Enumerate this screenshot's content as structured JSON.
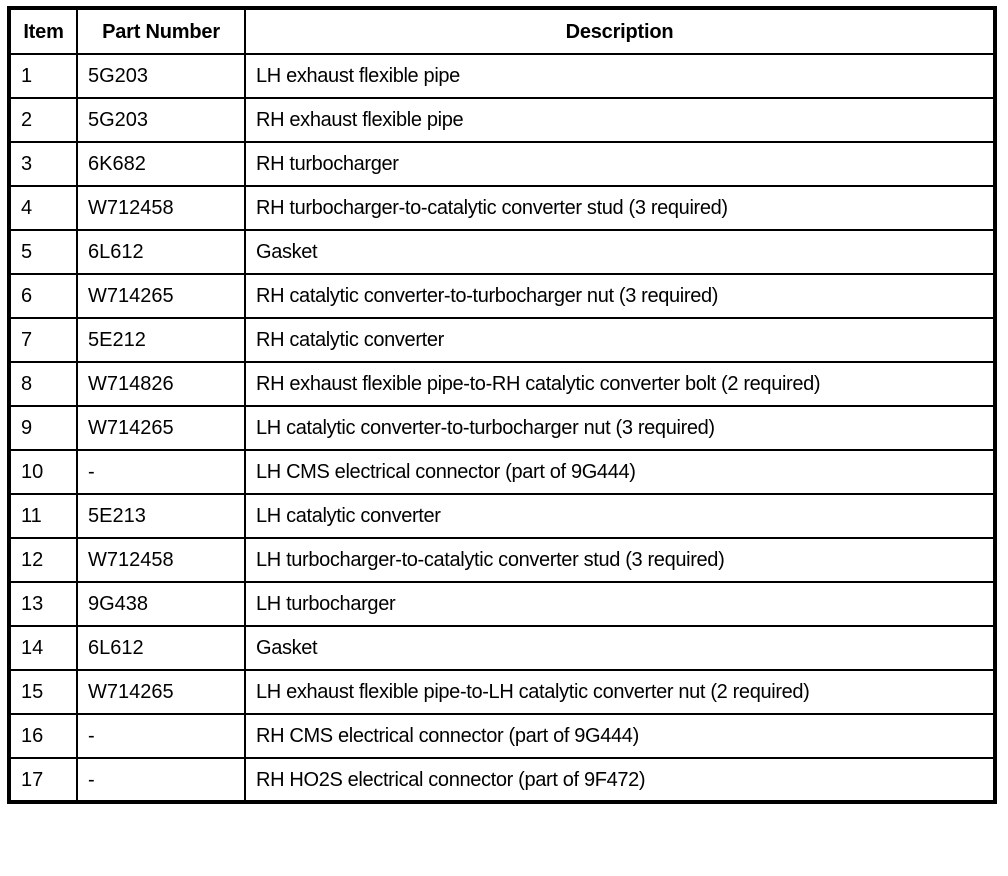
{
  "table": {
    "columns": [
      {
        "key": "item",
        "label": "Item"
      },
      {
        "key": "part_number",
        "label": "Part Number"
      },
      {
        "key": "description",
        "label": "Description"
      }
    ],
    "rows": [
      {
        "item": "1",
        "part_number": "5G203",
        "description": "LH exhaust flexible pipe"
      },
      {
        "item": "2",
        "part_number": "5G203",
        "description": "RH exhaust flexible pipe"
      },
      {
        "item": "3",
        "part_number": "6K682",
        "description": "RH turbocharger"
      },
      {
        "item": "4",
        "part_number": "W712458",
        "description": "RH turbocharger-to-catalytic converter stud (3 required)"
      },
      {
        "item": "5",
        "part_number": "6L612",
        "description": "Gasket"
      },
      {
        "item": "6",
        "part_number": "W714265",
        "description": "RH catalytic converter-to-turbocharger nut (3 required)"
      },
      {
        "item": "7",
        "part_number": "5E212",
        "description": "RH catalytic converter"
      },
      {
        "item": "8",
        "part_number": "W714826",
        "description": "RH exhaust flexible pipe-to-RH catalytic converter bolt (2 required)"
      },
      {
        "item": "9",
        "part_number": "W714265",
        "description": "LH catalytic converter-to-turbocharger nut (3 required)"
      },
      {
        "item": "10",
        "part_number": "-",
        "description": "LH CMS electrical connector (part of 9G444)"
      },
      {
        "item": "11",
        "part_number": "5E213",
        "description": "LH catalytic converter"
      },
      {
        "item": "12",
        "part_number": "W712458",
        "description": "LH turbocharger-to-catalytic converter stud (3 required)"
      },
      {
        "item": "13",
        "part_number": "9G438",
        "description": "LH turbocharger"
      },
      {
        "item": "14",
        "part_number": "6L612",
        "description": "Gasket"
      },
      {
        "item": "15",
        "part_number": "W714265",
        "description": "LH exhaust flexible pipe-to-LH catalytic converter nut (2 required)"
      },
      {
        "item": "16",
        "part_number": "-",
        "description": "RH CMS electrical connector (part of 9G444)"
      },
      {
        "item": "17",
        "part_number": "-",
        "description": "RH HO2S electrical connector (part of 9F472)"
      }
    ]
  },
  "style": {
    "border_color": "#000000",
    "text_color": "#000000",
    "background": "#ffffff"
  }
}
